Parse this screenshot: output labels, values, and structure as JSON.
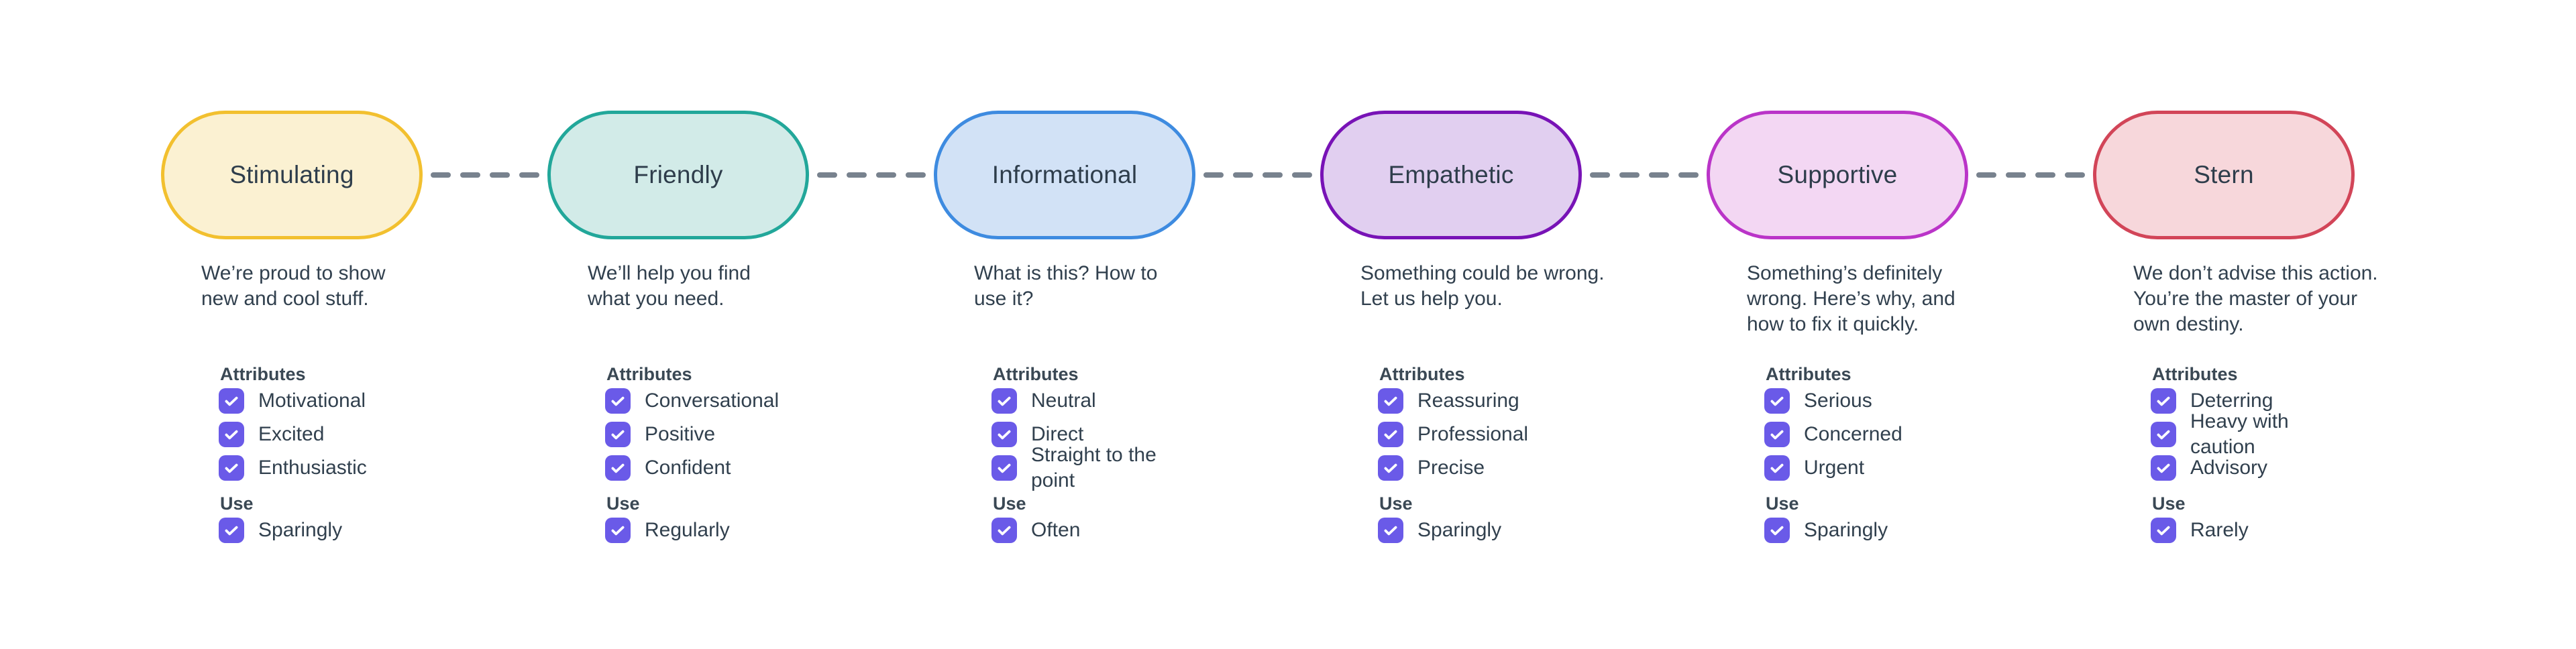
{
  "diagram": {
    "checkbox_color": "#6a5ae8",
    "connector_color": "#78828e",
    "text_color": "#31404e",
    "tones": [
      {
        "name": "Stimulating",
        "border_color": "#f2c02f",
        "fill_color": "#fbf1d2",
        "description_lines": [
          "We’re proud to show",
          "new and cool stuff."
        ],
        "attributes_label": "Attributes",
        "attributes": [
          "Motivational",
          "Excited",
          "Enthusiastic"
        ],
        "use_label": "Use",
        "use": "Sparingly"
      },
      {
        "name": "Friendly",
        "border_color": "#22a79a",
        "fill_color": "#d2ebe8",
        "description_lines": [
          "We’ll help you find",
          "what you need."
        ],
        "attributes_label": "Attributes",
        "attributes": [
          "Conversational",
          "Positive",
          "Confident"
        ],
        "use_label": "Use",
        "use": "Regularly"
      },
      {
        "name": "Informational",
        "border_color": "#3e8be0",
        "fill_color": "#d2e2f6",
        "description_lines": [
          "What is this? How to",
          "use it?"
        ],
        "attributes_label": "Attributes",
        "attributes": [
          "Neutral",
          "Direct",
          "Straight to the point"
        ],
        "use_label": "Use",
        "use": "Often"
      },
      {
        "name": "Empathetic",
        "border_color": "#7813b6",
        "fill_color": "#e1cff0",
        "description_lines": [
          "Something could be wrong.",
          "Let us help you."
        ],
        "attributes_label": "Attributes",
        "attributes": [
          "Reassuring",
          "Professional",
          "Precise"
        ],
        "use_label": "Use",
        "use": "Sparingly"
      },
      {
        "name": "Supportive",
        "border_color": "#ba34c8",
        "fill_color": "#f3d7f3",
        "description_lines": [
          "Something’s definitely",
          "wrong. Here’s why, and",
          "how to fix it quickly."
        ],
        "attributes_label": "Attributes",
        "attributes": [
          "Serious",
          "Concerned",
          "Urgent"
        ],
        "use_label": "Use",
        "use": "Sparingly"
      },
      {
        "name": "Stern",
        "border_color": "#d24558",
        "fill_color": "#f7d7db",
        "description_lines": [
          "We don’t advise this action.",
          "You’re the master of your",
          "own destiny."
        ],
        "attributes_label": "Attributes",
        "attributes": [
          "Deterring",
          "Heavy with caution",
          "Advisory"
        ],
        "use_label": "Use",
        "use": "Rarely"
      }
    ]
  }
}
